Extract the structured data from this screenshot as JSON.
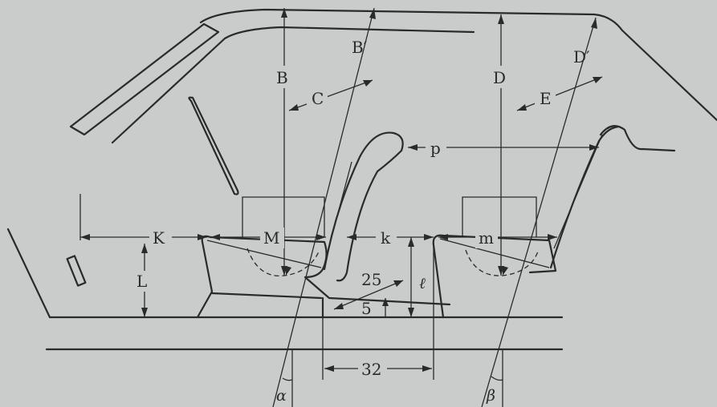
{
  "labels": {
    "B": "B",
    "B_prime": "B′",
    "C": "C",
    "D": "D",
    "D_prime": "D′",
    "E": "E",
    "K": "K",
    "M": "M",
    "k": "k",
    "m": "m",
    "p": "p",
    "L": "L",
    "ell": "ℓ",
    "dim_25": "25",
    "dim_5": "5",
    "dim_32": "32",
    "alpha": "α",
    "beta": "β"
  },
  "colors": {
    "background": "#c9cccb",
    "ink": "#2a2a2a"
  }
}
